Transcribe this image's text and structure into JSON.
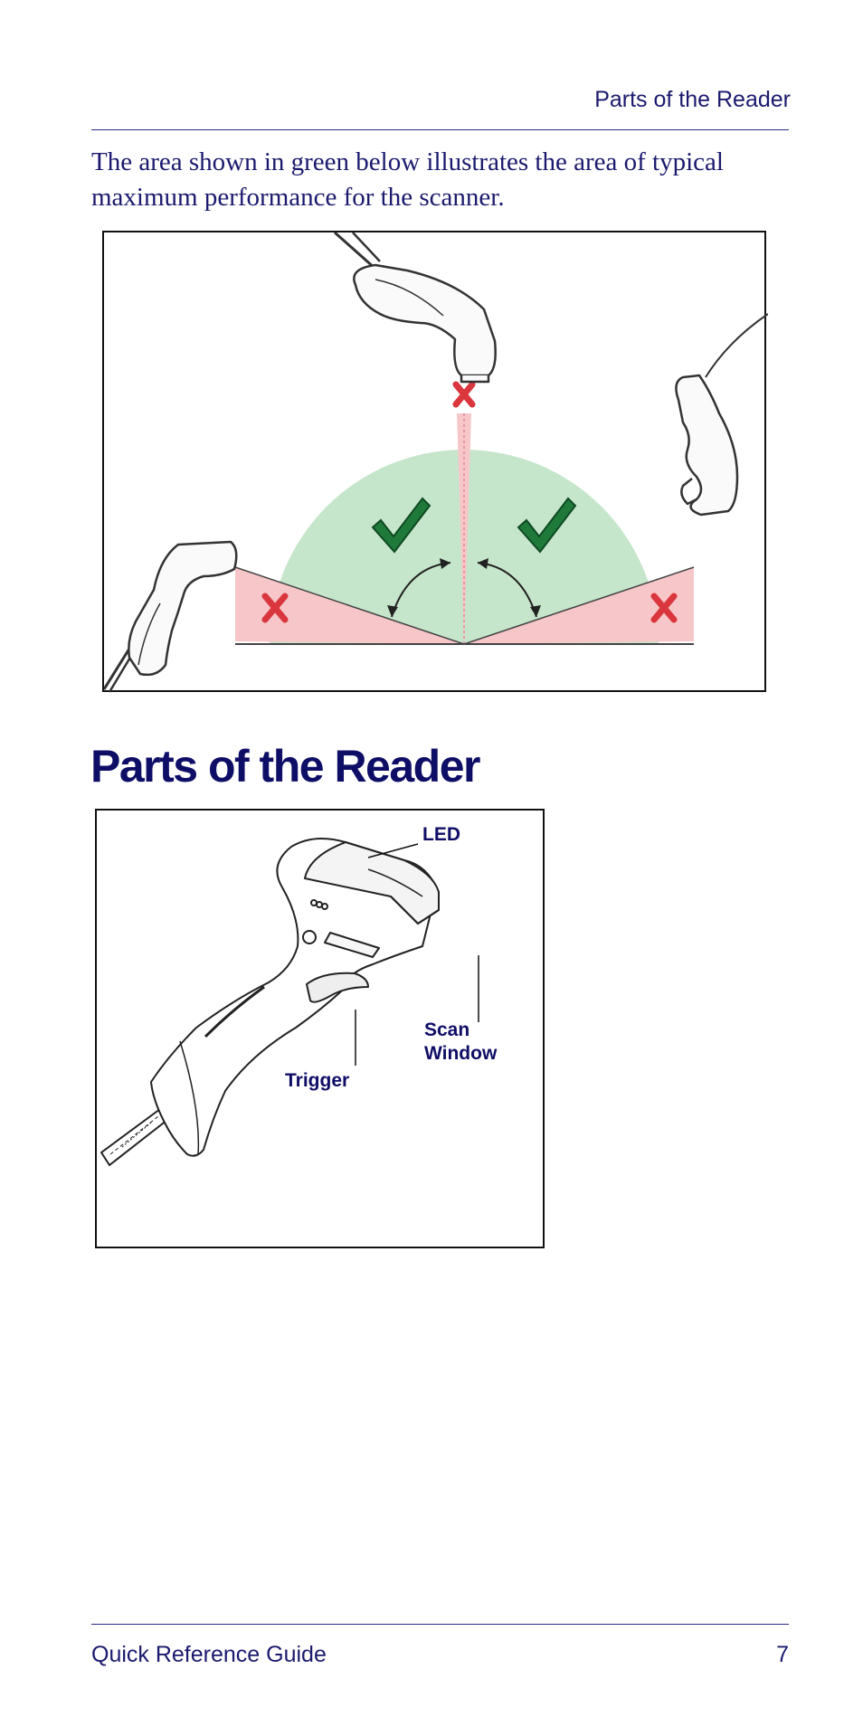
{
  "header": {
    "running_title": "Parts of the Reader"
  },
  "intro_text": "The area shown in green below illustrates the area of typical maximum performance for the scanner.",
  "scan_zone_figure": {
    "colors": {
      "good_zone": "#c6e6cc",
      "bad_zone": "#f6c6c8",
      "check": "#1f7a3a",
      "cross": "#d9363e"
    },
    "icons": [
      "cross-icon",
      "check-icon",
      "check-icon",
      "cross-icon",
      "cross-icon"
    ]
  },
  "section": {
    "title": "Parts of the Reader"
  },
  "parts_figure": {
    "labels": {
      "led": "LED",
      "scan_window": "Scan\nWindow",
      "trigger": "Trigger"
    }
  },
  "footer": {
    "guide_title": "Quick Reference Guide",
    "page_number": "7"
  }
}
